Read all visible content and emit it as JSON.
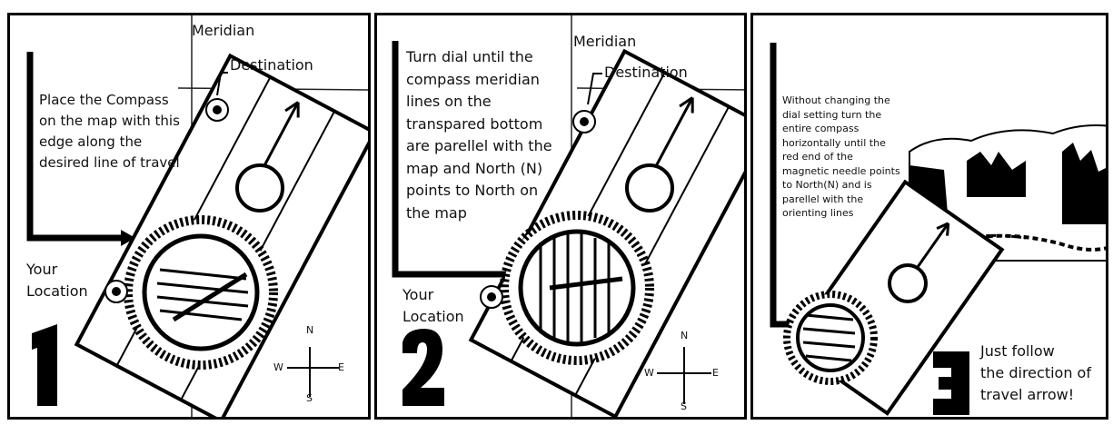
{
  "panels": [
    {
      "step": "1",
      "meridian": "Meridian",
      "destination": "Destination",
      "instruction_lines": [
        "Place the Compass",
        "on the map with this",
        "edge along the",
        "desired line of travel"
      ],
      "location_lines": [
        "Your",
        "Location"
      ],
      "rose": {
        "n": "N",
        "w": "W",
        "e": "E",
        "s": "S"
      }
    },
    {
      "step": "2",
      "meridian": "Meridian",
      "destination": "Destination",
      "instruction_lines": [
        "Turn dial until the",
        "compass meridian",
        "lines on the",
        "transpared bottom",
        "are parellel with the",
        "map and North (N)",
        "points to North on",
        "the map"
      ],
      "location_lines": [
        "Your",
        "Location"
      ],
      "rose": {
        "n": "N",
        "w": "W",
        "e": "E",
        "s": "S"
      }
    },
    {
      "step": "3",
      "instruction_lines": [
        "Without changing the",
        "dial setting turn the",
        "entire compass",
        "horizontally until the",
        "red end of the",
        "magnetic needle points",
        "to North(N) and is",
        "parellel with the",
        "orienting lines"
      ],
      "final_lines": [
        "Just follow",
        "the direction of",
        "travel arrow!"
      ]
    }
  ]
}
